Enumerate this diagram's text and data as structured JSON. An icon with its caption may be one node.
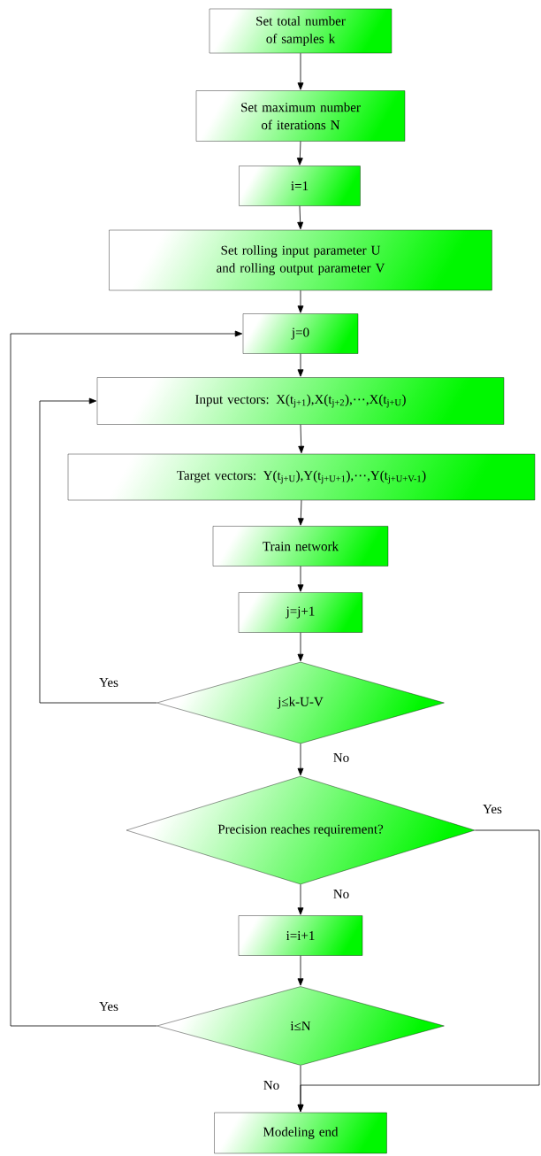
{
  "diagram": {
    "nodes": [
      {
        "text": [
          "Set total number of samples k"
        ]
      },
      {
        "text": [
          "Set maximum number of iterations N"
        ]
      },
      {
        "text": [
          "i=1"
        ]
      },
      {
        "text": [
          "Set rolling input parameter U and rolling output parameter V"
        ]
      },
      {
        "text": [
          "j=0"
        ]
      },
      {
        "text": [
          "Input vectors: X(t$_{j+1}$),X(t$_{j+2}$),⋯,X(t$_{j+U}$)"
        ]
      },
      {
        "text": [
          "Target vectors: Y(t$_{j+U}$),Y(t$_{j+U+1}$),⋯,Y(t$_{j+U+V-1}$)"
        ]
      },
      {
        "text": [
          "Train network"
        ]
      },
      {
        "text": [
          "j=j+1"
        ]
      },
      {
        "text": [
          "j≤k-U-V"
        ]
      },
      {
        "text": [
          "Precision reaches requirement?"
        ]
      },
      {
        "text": [
          "i=i+1"
        ]
      },
      {
        "text": [
          "i≤N"
        ]
      },
      {
        "text": [
          "Modeling end"
        ]
      }
    ],
    "edges": [
      {
        "from": 0,
        "to": 1,
        "arrow": "to"
      },
      {
        "from": 1,
        "to": 2,
        "arrow": "to"
      },
      {
        "from": 2,
        "to": 3,
        "arrow": "to"
      },
      {
        "from": 3,
        "to": 4,
        "arrow": "to"
      },
      {
        "from": 4,
        "to": 5,
        "arrow": "to"
      },
      {
        "from": 5,
        "to": 6,
        "arrow": "to"
      },
      {
        "from": 6,
        "to": 7,
        "arrow": "to"
      },
      {
        "from": 7,
        "to": 8,
        "arrow": "to"
      },
      {
        "from": 8,
        "to": 9,
        "arrow": "to"
      },
      {
        "from": 9,
        "to": 5,
        "arrow": "to",
        "label": "Yes"
      },
      {
        "from": 9,
        "to": 10,
        "arrow": "to",
        "label": "No"
      },
      {
        "from": 10,
        "to": 13,
        "arrow": "to",
        "label": "Yes"
      },
      {
        "from": 10,
        "to": 11,
        "arrow": "to",
        "label": "No"
      },
      {
        "from": 11,
        "to": 12,
        "arrow": "to"
      },
      {
        "from": 12,
        "to": 4,
        "arrow": "to",
        "label": "Yes"
      },
      {
        "from": 12,
        "to": 13,
        "arrow": "to",
        "label": "No"
      }
    ]
  }
}
